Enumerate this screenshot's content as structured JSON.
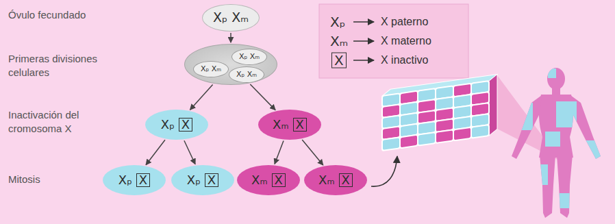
{
  "diagram": {
    "nodes": [
      {
        "text": [
          "Xₚ Xₘ"
        ]
      },
      {
        "text": []
      },
      {
        "text": [
          "Xₚ Xₘ"
        ],
        "in": 1
      },
      {
        "text": [
          "Xₚ Xₘ"
        ],
        "in": 1
      },
      {
        "text": [
          "Xₚ Xₘ"
        ],
        "in": 1
      },
      {
        "text": [
          "Xₚ",
          "X"
        ]
      },
      {
        "text": [
          "Xₘ",
          "X"
        ]
      },
      {
        "text": [
          "Xₚ",
          "X"
        ]
      },
      {
        "text": [
          "Xₚ",
          "X"
        ]
      },
      {
        "text": [
          "Xₘ",
          "X"
        ]
      },
      {
        "text": [
          "Xₘ",
          "X"
        ]
      }
    ],
    "edges": [
      {
        "from": 0,
        "to": 1,
        "arrow": "to"
      },
      {
        "from": 1,
        "to": 5,
        "arrow": "to"
      },
      {
        "from": 1,
        "to": 6,
        "arrow": "to"
      },
      {
        "from": 5,
        "to": 7,
        "arrow": "to"
      },
      {
        "from": 5,
        "to": 8,
        "arrow": "to"
      },
      {
        "from": 6,
        "to": 9,
        "arrow": "to"
      },
      {
        "from": 6,
        "to": 10,
        "arrow": "to"
      }
    ],
    "labels": [
      "Óvulo fecundado",
      "Primeras divisiones celulares",
      "Inactivación del cromosoma X",
      "Mitosis",
      "Xₚ",
      "Xₘ",
      "X"
    ],
    "legend": [
      {
        "text": "X paterno"
      },
      {
        "text": "X materno"
      },
      {
        "text": "X inactivo"
      }
    ]
  }
}
